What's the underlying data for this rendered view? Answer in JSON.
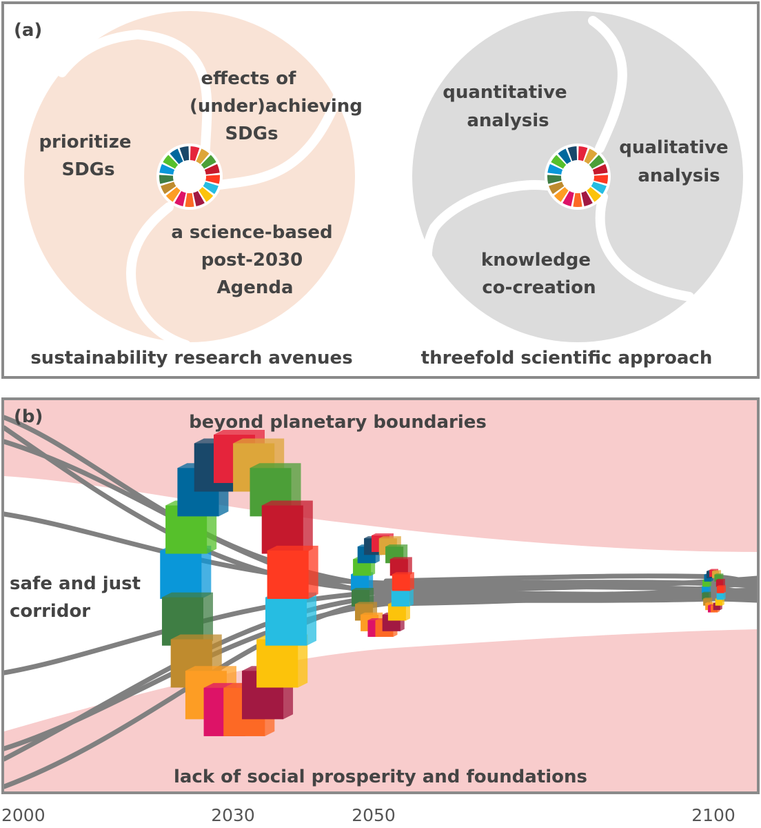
{
  "panel_a": {
    "label": "(a)",
    "left": {
      "segments": [
        {
          "lines": [
            "effects of",
            "(under)achieving",
            "SDGs"
          ]
        },
        {
          "lines": [
            "prioritize",
            "SDGs"
          ]
        },
        {
          "lines": [
            "a science-based",
            "post-2030",
            "Agenda"
          ]
        }
      ],
      "caption": "sustainability research avenues",
      "fill_color": "#f9e3d6"
    },
    "right": {
      "segments": [
        {
          "lines": [
            "quantitative",
            "analysis"
          ]
        },
        {
          "lines": [
            "qualitative",
            "analysis"
          ]
        },
        {
          "lines": [
            "knowledge",
            "co-creation"
          ]
        }
      ],
      "caption": "threefold scientific approach",
      "fill_color": "#dcdcdc"
    }
  },
  "panel_b": {
    "label": "(b)",
    "top_zone_label": "beyond planetary boundaries",
    "bottom_zone_label": "lack of social prosperity and foundations",
    "corridor_label": [
      "safe and just",
      "corridor"
    ],
    "zone_color": "#f8cccc",
    "timeline": [
      "2000",
      "2030",
      "2050",
      "2100"
    ]
  },
  "sdg_colors": [
    "#e5243b",
    "#dda63a",
    "#4c9f38",
    "#c5192d",
    "#ff3a21",
    "#26bde2",
    "#fcc30b",
    "#a21942",
    "#fd6925",
    "#dd1367",
    "#fd9d24",
    "#bf8b2e",
    "#3f7e44",
    "#0a97d9",
    "#56c02b",
    "#00689d",
    "#19486a"
  ]
}
